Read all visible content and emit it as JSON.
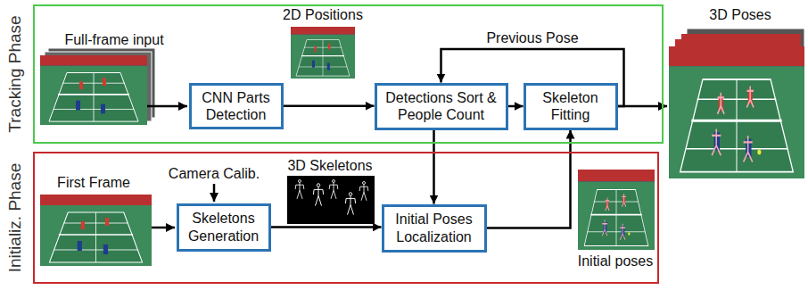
{
  "diagram": {
    "nodes": [
      {
        "text": [
          "Tracking Phase"
        ]
      },
      {
        "text": [
          "CNN Parts Detection"
        ],
        "in": 0
      },
      {
        "text": [
          "Detections Sort & People Count"
        ],
        "in": 0
      },
      {
        "text": [
          "Skeleton Fitting"
        ],
        "in": 0
      },
      {
        "text": [
          "Initializ. Phase"
        ]
      },
      {
        "text": [
          "Skeletons Generation"
        ],
        "in": 4
      },
      {
        "text": [
          "Initial Poses Localization"
        ],
        "in": 4
      }
    ],
    "edges": [
      {
        "from": 1,
        "to": 2,
        "arrow": "to"
      },
      {
        "from": 2,
        "to": 3,
        "arrow": "to"
      },
      {
        "from": 3,
        "to": 2,
        "label": "Previous Pose",
        "arrow": "to"
      },
      {
        "from": 2,
        "to": 6,
        "arrow": "to"
      },
      {
        "from": 5,
        "to": 6,
        "arrow": "to"
      },
      {
        "from": 6,
        "to": 3,
        "arrow": "to"
      }
    ],
    "labels": [
      "Full-frame input",
      "2D Positions",
      "3D Poses",
      "First Frame",
      "Camera Calib.",
      "3D Skeletons",
      "Initial poses"
    ]
  }
}
